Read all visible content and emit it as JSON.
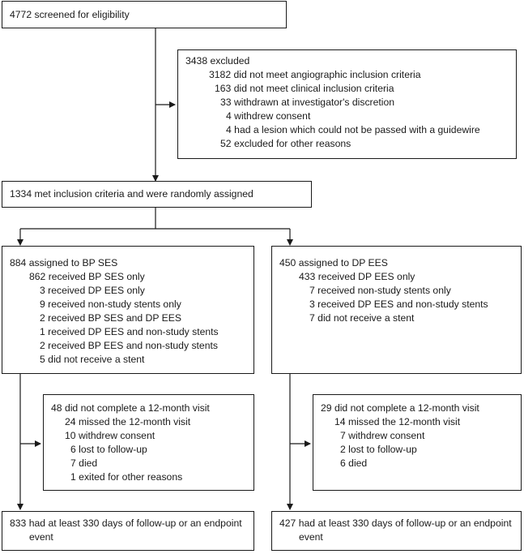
{
  "flowchart": {
    "screened": "4772 screened for eligibility",
    "excluded": {
      "header": "3438 excluded",
      "items": [
        "3182 did not meet angiographic inclusion criteria",
        "163 did not meet clinical inclusion criteria",
        "33 withdrawn at investigator's discretion",
        "4 withdrew consent",
        "4 had a lesion which could not be passed with a guidewire",
        "52 excluded for other reasons"
      ]
    },
    "randomised": "1334 met inclusion criteria and were randomly assigned",
    "bp_ses": {
      "header": "884 assigned to BP SES",
      "sub": "862 received BP SES only",
      "items": [
        "3 received DP EES only",
        "9 received non-study stents only",
        "2 received BP SES and DP EES",
        "1 received DP EES and non-study stents",
        "2 received BP EES and non-study stents",
        "5 did not receive a stent"
      ]
    },
    "dp_ees": {
      "header": "450 assigned to DP EES",
      "sub": "433 received DP EES only",
      "items": [
        "7 received non-study stents only",
        "3 received DP EES and non-study stents",
        "7 did not receive a stent"
      ]
    },
    "bp_followup_loss": {
      "header": "48 did not complete a 12-month visit",
      "sub": "24 missed the 12-month visit",
      "items": [
        "10 withdrew consent",
        "6 lost to follow-up",
        "7 died",
        "1 exited for other reasons"
      ]
    },
    "dp_followup_loss": {
      "header": "29 did not complete a 12-month visit",
      "sub": "14 missed the 12-month visit",
      "items": [
        "7 withdrew consent",
        "2 lost to follow-up",
        "6 died"
      ]
    },
    "bp_outcome": [
      "833 had at least 330 days of follow-up or an endpoint",
      "event"
    ],
    "dp_outcome": [
      "427 had at least 330 days of follow-up or an endpoint",
      "event"
    ]
  }
}
